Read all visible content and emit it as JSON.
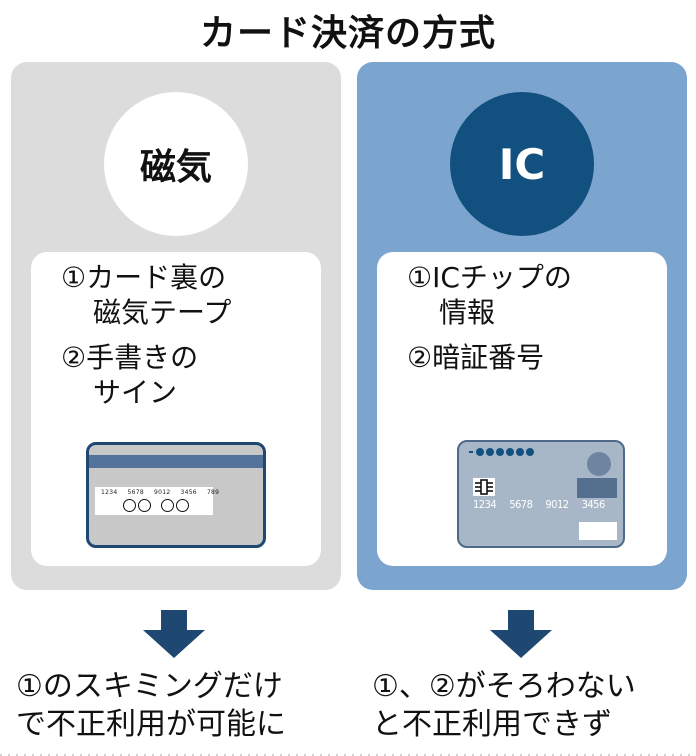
{
  "title": "カード決済の方式",
  "colors": {
    "left_panel": "#dcdcdc",
    "right_panel": "#7ba4cf",
    "ic_circle": "#12507f",
    "arrow": "#1e4872",
    "text": "#111111"
  },
  "panels": [
    {
      "id": "magnetic",
      "label": "磁気",
      "items": [
        {
          "num": "①",
          "line1": "カード裏の",
          "line2": "磁気テープ"
        },
        {
          "num": "②",
          "line1": "手書きの",
          "line2": "サイン"
        }
      ],
      "card": {
        "type": "magnetic-card-back",
        "signature_numbers": [
          "1234",
          "5678",
          "9012",
          "3456",
          "789"
        ]
      },
      "result": {
        "line1": "①のスキミングだけ",
        "line2": "で不正利用が可能に"
      }
    },
    {
      "id": "ic",
      "label": "IC",
      "items": [
        {
          "num": "①",
          "line1": "ICチップの",
          "line2": "情報"
        },
        {
          "num": "②",
          "line1": "暗証番号",
          "line2": ""
        }
      ],
      "card": {
        "type": "ic-card-front",
        "card_numbers": [
          "1234",
          "5678",
          "9012",
          "3456"
        ]
      },
      "result": {
        "line1": "①、②がそろわない",
        "line2": "と不正利用できず"
      }
    }
  ]
}
